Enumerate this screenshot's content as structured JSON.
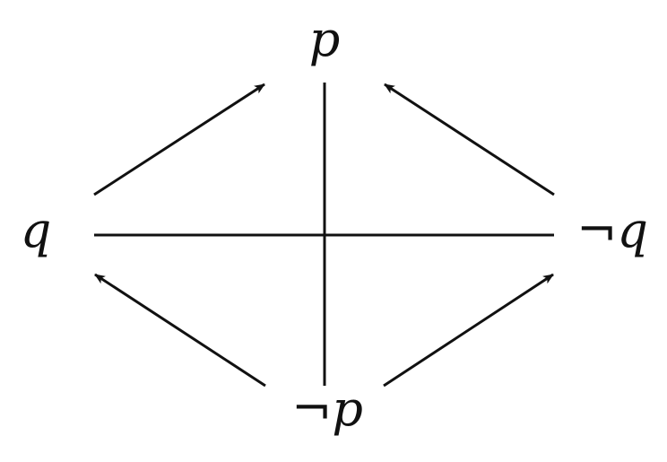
{
  "diagram": {
    "nodes": {
      "top": "p",
      "left": "q",
      "right": "¬q",
      "bottom": "¬p"
    },
    "edges": [
      {
        "from": "q",
        "to": "p",
        "type": "arrow"
      },
      {
        "from": "¬q",
        "to": "p",
        "type": "arrow"
      },
      {
        "from": "¬p",
        "to": "q",
        "type": "arrow"
      },
      {
        "from": "¬p",
        "to": "¬q",
        "type": "arrow"
      },
      {
        "from": "p",
        "to": "¬p",
        "type": "line"
      },
      {
        "from": "q",
        "to": "¬q",
        "type": "line"
      }
    ],
    "color": "#111111"
  }
}
